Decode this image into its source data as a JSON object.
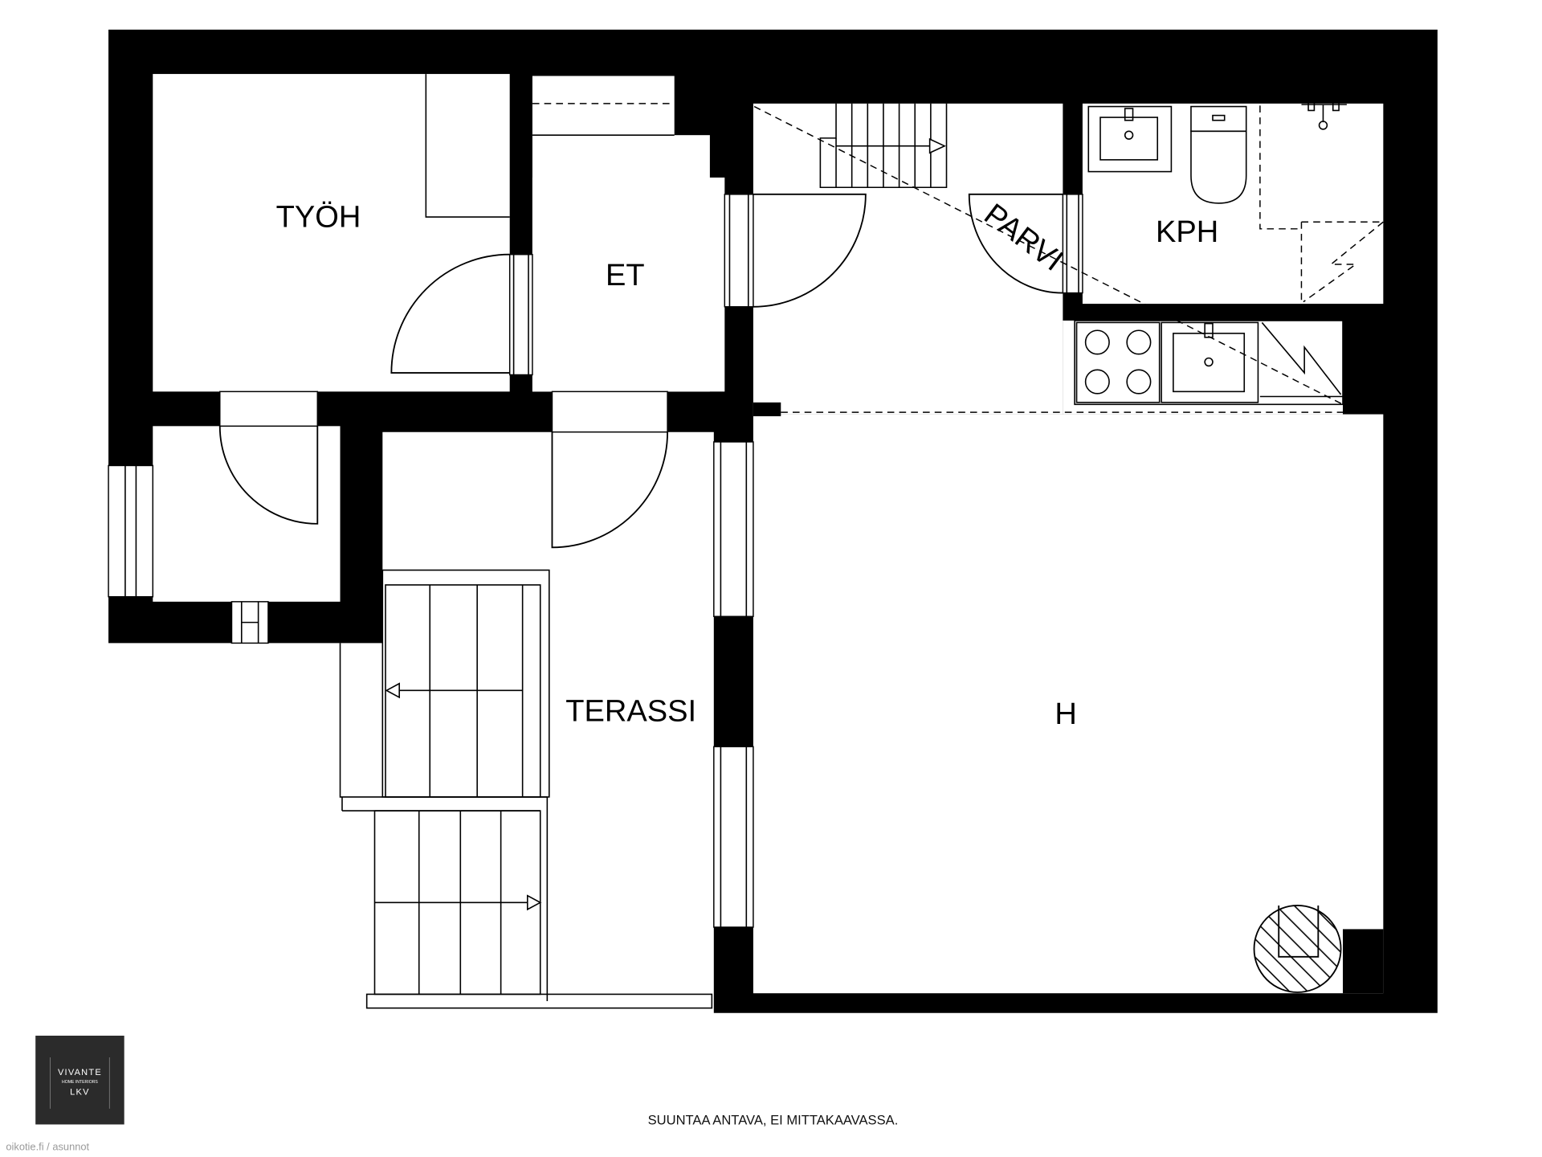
{
  "rooms": {
    "tyoh": "TYÖH",
    "et": "ET",
    "parvi": "PARVI",
    "kph": "KPH",
    "terassi": "TERASSI",
    "h": "H"
  },
  "note": "SUUNTAA ANTAVA, EI MITTAKAAVASSA.",
  "logo": {
    "name": "VIVANTE",
    "tagline": "HOME INTERIORS",
    "suffix": "LKV"
  },
  "watermark": "oikotie.fi / asunnot",
  "colors": {
    "wall": "#000000",
    "background": "#ffffff",
    "logo_background": "#2b2b2b",
    "watermark": "#9a9a9a"
  }
}
